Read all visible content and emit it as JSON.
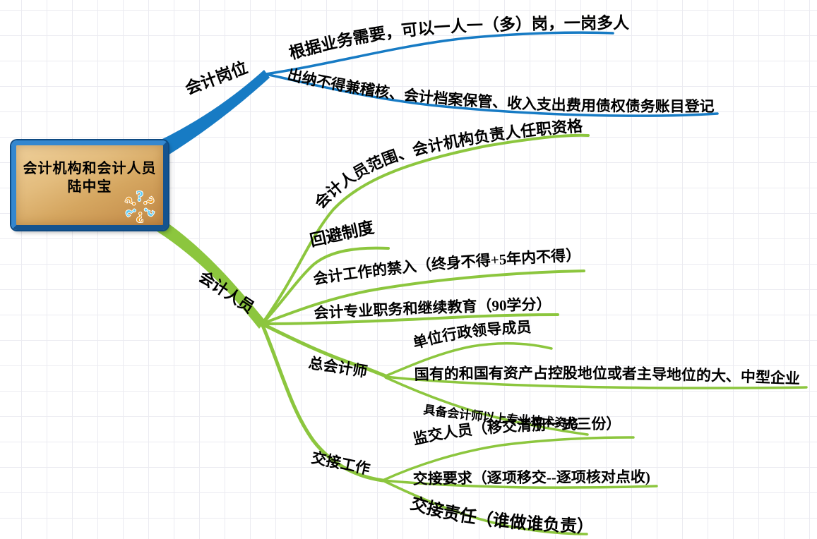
{
  "root": {
    "line1": "会计机构和会计人员",
    "line2": "陆中宝"
  },
  "positions": {
    "label": "会计岗位",
    "items": [
      "根据业务需要，可以一人一（多）岗，一岗多人",
      "出纳不得兼稽核、会计档案保管、收入支出费用债权债务账目登记"
    ]
  },
  "personnel": {
    "label": "会计人员",
    "items": [
      "会计人员范围、会计机构负责人任职资格",
      "回避制度",
      "会计工作的禁入（终身不得+5年内不得）",
      "会计专业职务和继续教育（90学分）"
    ],
    "chief": {
      "label": "总会计师",
      "items": [
        "单位行政领导成员",
        "国有的和国有资产占控股地位或者主导地位的大、中型企业",
        "具备会计师以上专业技术资格"
      ]
    },
    "handover": {
      "label": "交接工作",
      "items": [
        "监交人员（移交清册一式三份）",
        "交接要求（逐项移交--逐项核对点收)",
        "交接责任（谁做谁负责）"
      ]
    }
  },
  "icons": {
    "center_icon": "question-marks-circle",
    "q_mark": "?"
  },
  "colors": {
    "blue": "#177bc4",
    "green": "#8cc63e",
    "box_border": "#1d6db6",
    "box_fill": "#d9ab66",
    "text": "#000000",
    "grid": "#ebebf1",
    "q_orange": "#eda12d",
    "q_blue": "#62cdf5"
  }
}
